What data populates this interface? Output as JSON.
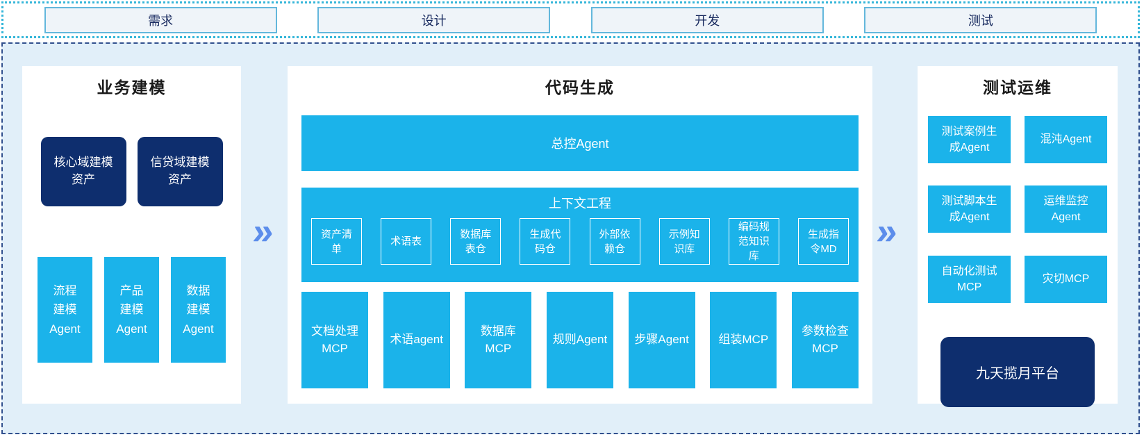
{
  "stages": [
    {
      "label": "需求"
    },
    {
      "label": "设计"
    },
    {
      "label": "开发"
    },
    {
      "label": "测试"
    }
  ],
  "arrows": {
    "symbol": "»"
  },
  "colors": {
    "cyan": "#1bb3ea",
    "navy": "#0e2e6e",
    "canvas_bg": "#e1eff9",
    "panel_bg": "#ffffff",
    "arrow_blue": "#5c8deb",
    "stage_fill": "#eff4f9",
    "stage_border": "#63b7dc",
    "top_dotted_border": "#35b6d9",
    "main_dashed_border": "#31508e"
  },
  "panels": {
    "business": {
      "title": "业务建模",
      "asset_boxes": [
        {
          "label": "核心域建模\n资产"
        },
        {
          "label": "信贷域建模\n资产"
        }
      ],
      "agent_boxes": [
        {
          "label": "流程\n建模\nAgent"
        },
        {
          "label": "产品\n建模\nAgent"
        },
        {
          "label": "数据\n建模\nAgent"
        }
      ]
    },
    "codegen": {
      "title": "代码生成",
      "master_agent": "总控Agent",
      "context": {
        "title": "上下文工程",
        "boxes": [
          {
            "label": "资产清\n单"
          },
          {
            "label": "术语表"
          },
          {
            "label": "数据库\n表仓"
          },
          {
            "label": "生成代\n码仓"
          },
          {
            "label": "外部依\n赖仓"
          },
          {
            "label": "示例知\n识库"
          },
          {
            "label": "编码规\n范知识\n库"
          },
          {
            "label": "生成指\n令MD"
          }
        ]
      },
      "mcp_boxes": [
        {
          "label": "文档处理\nMCP"
        },
        {
          "label": "术语agent"
        },
        {
          "label": "数据库\nMCP"
        },
        {
          "label": "规则Agent"
        },
        {
          "label": "步骤Agent"
        },
        {
          "label": "组装MCP"
        },
        {
          "label": "参数检查\nMCP"
        }
      ]
    },
    "testops": {
      "title": "测试运维",
      "boxes": [
        {
          "label": "测试案例生\n成Agent"
        },
        {
          "label": "混沌Agent"
        },
        {
          "label": "测试脚本生\n成Agent"
        },
        {
          "label": "运维监控\nAgent"
        },
        {
          "label": "自动化测试\nMCP"
        },
        {
          "label": "灾切MCP"
        }
      ],
      "platform": "九天揽月平台"
    }
  }
}
